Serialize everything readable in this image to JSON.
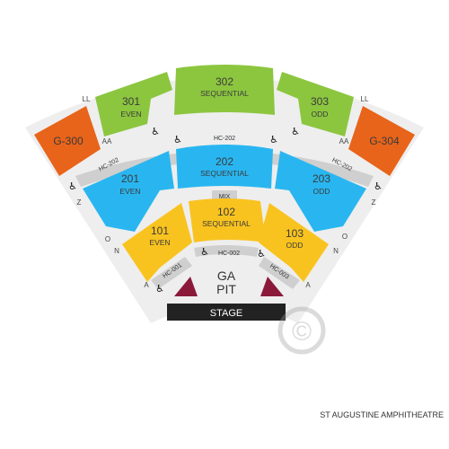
{
  "colors": {
    "green": "#8cc63f",
    "orange": "#e8641a",
    "blue": "#29b6f0",
    "yellow": "#f9c31f",
    "maroon": "#8b1a3a",
    "stage": "#222222",
    "aisle": "#cfcfcf"
  },
  "sections": {
    "s301": {
      "num": "301",
      "sub": "EVEN"
    },
    "s302": {
      "num": "302",
      "sub": "SEQUENTIAL"
    },
    "s303": {
      "num": "303",
      "sub": "ODD"
    },
    "g300": {
      "num": "G-300"
    },
    "g304": {
      "num": "G-304"
    },
    "s201": {
      "num": "201",
      "sub": "EVEN"
    },
    "s202": {
      "num": "202",
      "sub": "SEQUENTIAL"
    },
    "s203": {
      "num": "203",
      "sub": "ODD"
    },
    "s101": {
      "num": "101",
      "sub": "EVEN"
    },
    "s102": {
      "num": "102",
      "sub": "SEQUENTIAL"
    },
    "s103": {
      "num": "103",
      "sub": "ODD"
    }
  },
  "rows": {
    "ll": "LL",
    "aa": "AA",
    "z": "Z",
    "o": "O",
    "n": "N",
    "a": "A"
  },
  "aisles": {
    "hc202": "HC-202",
    "hc002": "HC-002",
    "hc001": "HC-001",
    "hc003": "HC-003",
    "mix": "MIX"
  },
  "ga_pit": {
    "line1": "GA",
    "line2": "PIT"
  },
  "stage": "STAGE",
  "venue": "ST AUGUSTINE AMPHITHEATRE",
  "wheelchair_glyph": "♿",
  "copyright_glyph": "©"
}
